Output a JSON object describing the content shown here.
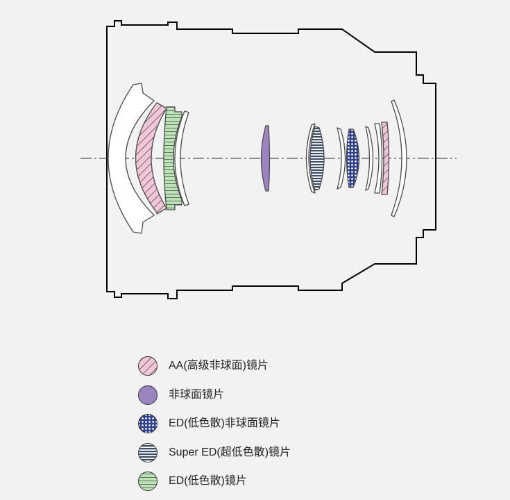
{
  "colors": {
    "background": "#f2f2f2",
    "outline": "#000000",
    "lens_edge": "#4a4a4a",
    "axis": "#555555",
    "aa_aspherical": "#f0c6d8",
    "aspherical": "#9b85c1",
    "ed_aspherical": "#2e3f8e",
    "super_ed": "#3b4d66",
    "ed": "#bfe0bb"
  },
  "legend": {
    "items": [
      {
        "key": "aa_aspherical",
        "label": "AA(高级非球面)镜片",
        "icon": "diagonal-hatch-swatch"
      },
      {
        "key": "aspherical",
        "label": "非球面镜片",
        "icon": "solid-purple-swatch"
      },
      {
        "key": "ed_aspherical",
        "label": "ED(低色散)非球面镜片",
        "icon": "dot-grid-swatch"
      },
      {
        "key": "super_ed",
        "label": "Super ED(超低色散)镜片",
        "icon": "horizontal-stripe-swatch"
      },
      {
        "key": "ed",
        "label": "ED(低色散)镜片",
        "icon": "green-stripe-swatch"
      }
    ]
  }
}
